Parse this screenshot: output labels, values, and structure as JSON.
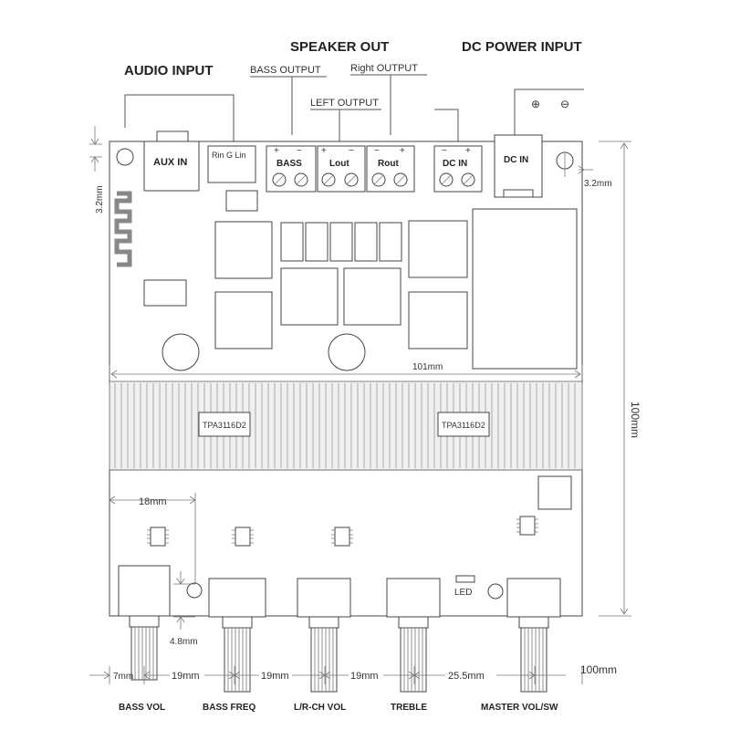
{
  "titles": {
    "audio_input": "AUDIO INPUT",
    "speaker_out": "SPEAKER  OUT",
    "dc_power_input": "DC POWER INPUT",
    "bass_output": "BASS OUTPUT",
    "right_output": "Right OUTPUT",
    "left_output": "LEFT OUTPUT"
  },
  "polarity": {
    "plus": "⊕",
    "minus": "⊖"
  },
  "connectors": {
    "aux_in": "AUX IN",
    "rin_g_lin": "Rin G  Lin",
    "bass": "BASS",
    "lout": "Lout",
    "rout": "Rout",
    "dc_in_terminal": "DC IN",
    "dc_in_jack": "DC IN",
    "led": "LED"
  },
  "chips": {
    "amp_left": "TPA3116D2",
    "amp_right": "TPA3116D2"
  },
  "dimensions": {
    "hole_left": "3.2mm",
    "hole_right": "3.2mm",
    "board_width": "101mm",
    "board_height": "100mm",
    "pot_spacing_18": "18mm",
    "pot_offset_48": "4.8mm",
    "bottom_7": "7mm",
    "bottom_19a": "19mm",
    "bottom_19b": "19mm",
    "bottom_19c": "19mm",
    "bottom_255": "25.5mm",
    "bottom_100": "100mm"
  },
  "knobs": {
    "bass_vol": "BASS VOL",
    "bass_freq": "BASS FREQ",
    "lr_ch_vol": "L/R-CH VOL",
    "treble": "TREBLE",
    "master_vol": "MASTER VOL/SW"
  }
}
